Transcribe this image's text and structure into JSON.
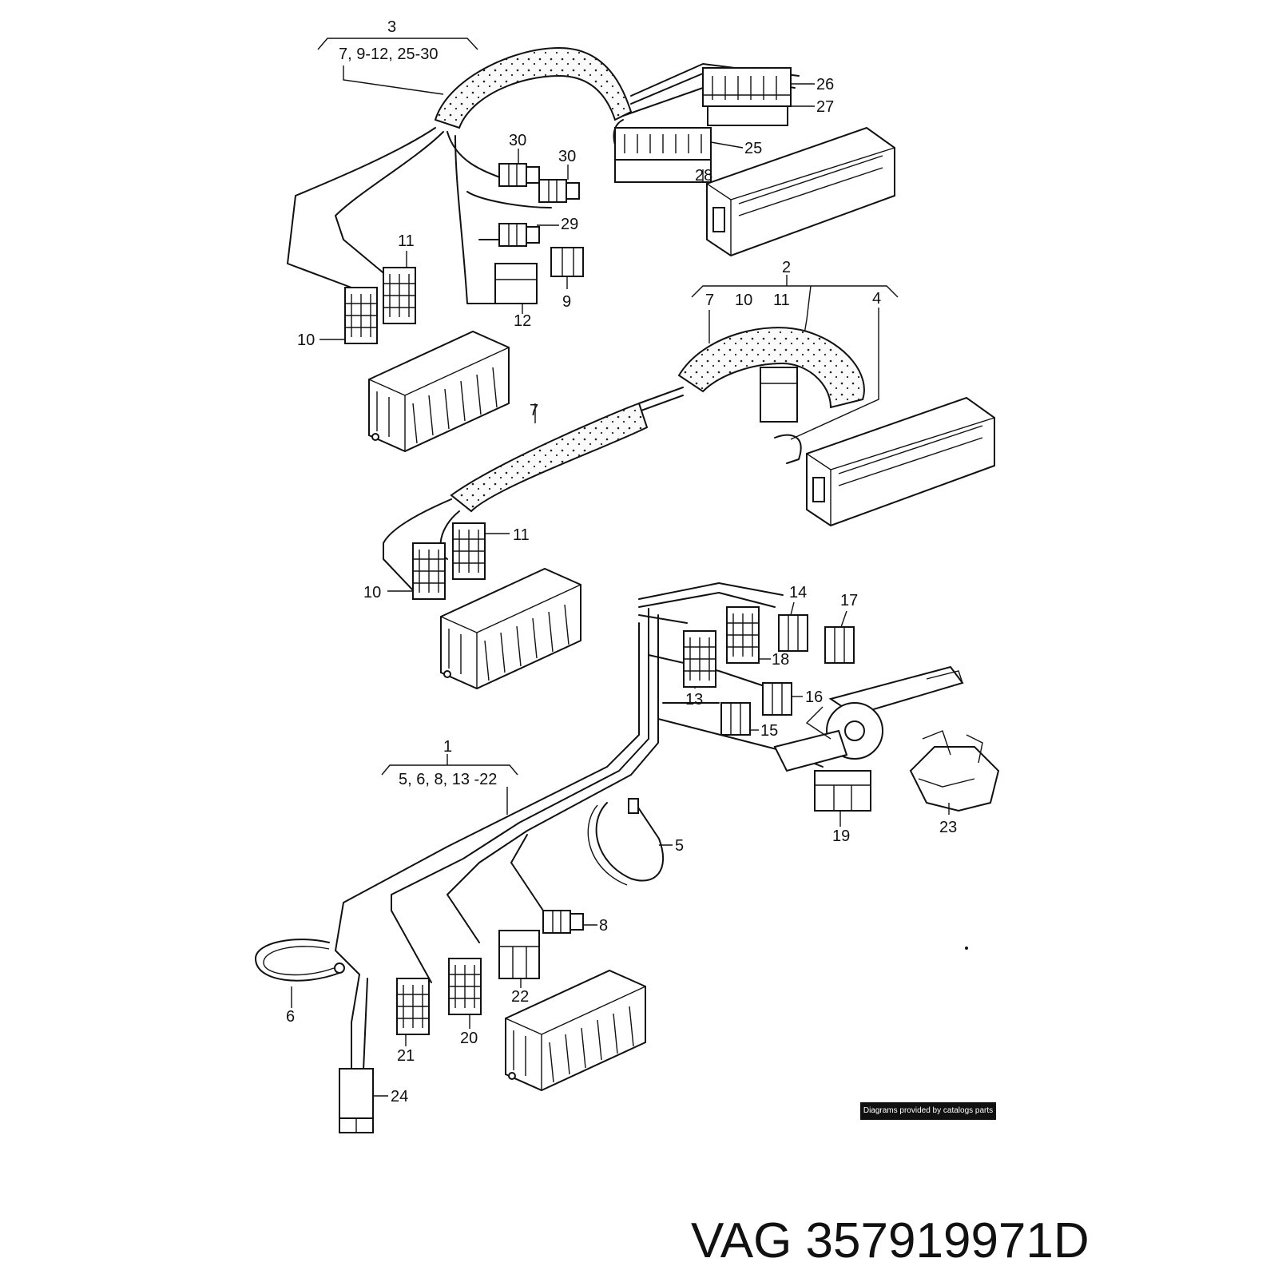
{
  "labels": {
    "l1": "1",
    "l1sub": "5, 6, 8, 13 -22",
    "l2": "2",
    "l2a": "7",
    "l2b": "10",
    "l2c": "11",
    "l4": "4",
    "l3": "3",
    "l3sub": "7, 9-12, 25-30",
    "l5": "5",
    "l6": "6",
    "l7": "7",
    "l8": "8",
    "l9": "9",
    "l10a": "10",
    "l10b": "10",
    "l11a": "11",
    "l11b": "11",
    "l12": "12",
    "l13": "13",
    "l14": "14",
    "l15": "15",
    "l16": "16",
    "l17": "17",
    "l18": "18",
    "l19": "19",
    "l20": "20",
    "l21": "21",
    "l22": "22",
    "l23": "23",
    "l24": "24",
    "l25": "25",
    "l26": "26",
    "l27": "27",
    "l28": "28",
    "l29": "29",
    "l30a": "30",
    "l30b": "30"
  },
  "badge": "Diagrams provided by catalogs parts",
  "part_number": "VAG 357919971D"
}
